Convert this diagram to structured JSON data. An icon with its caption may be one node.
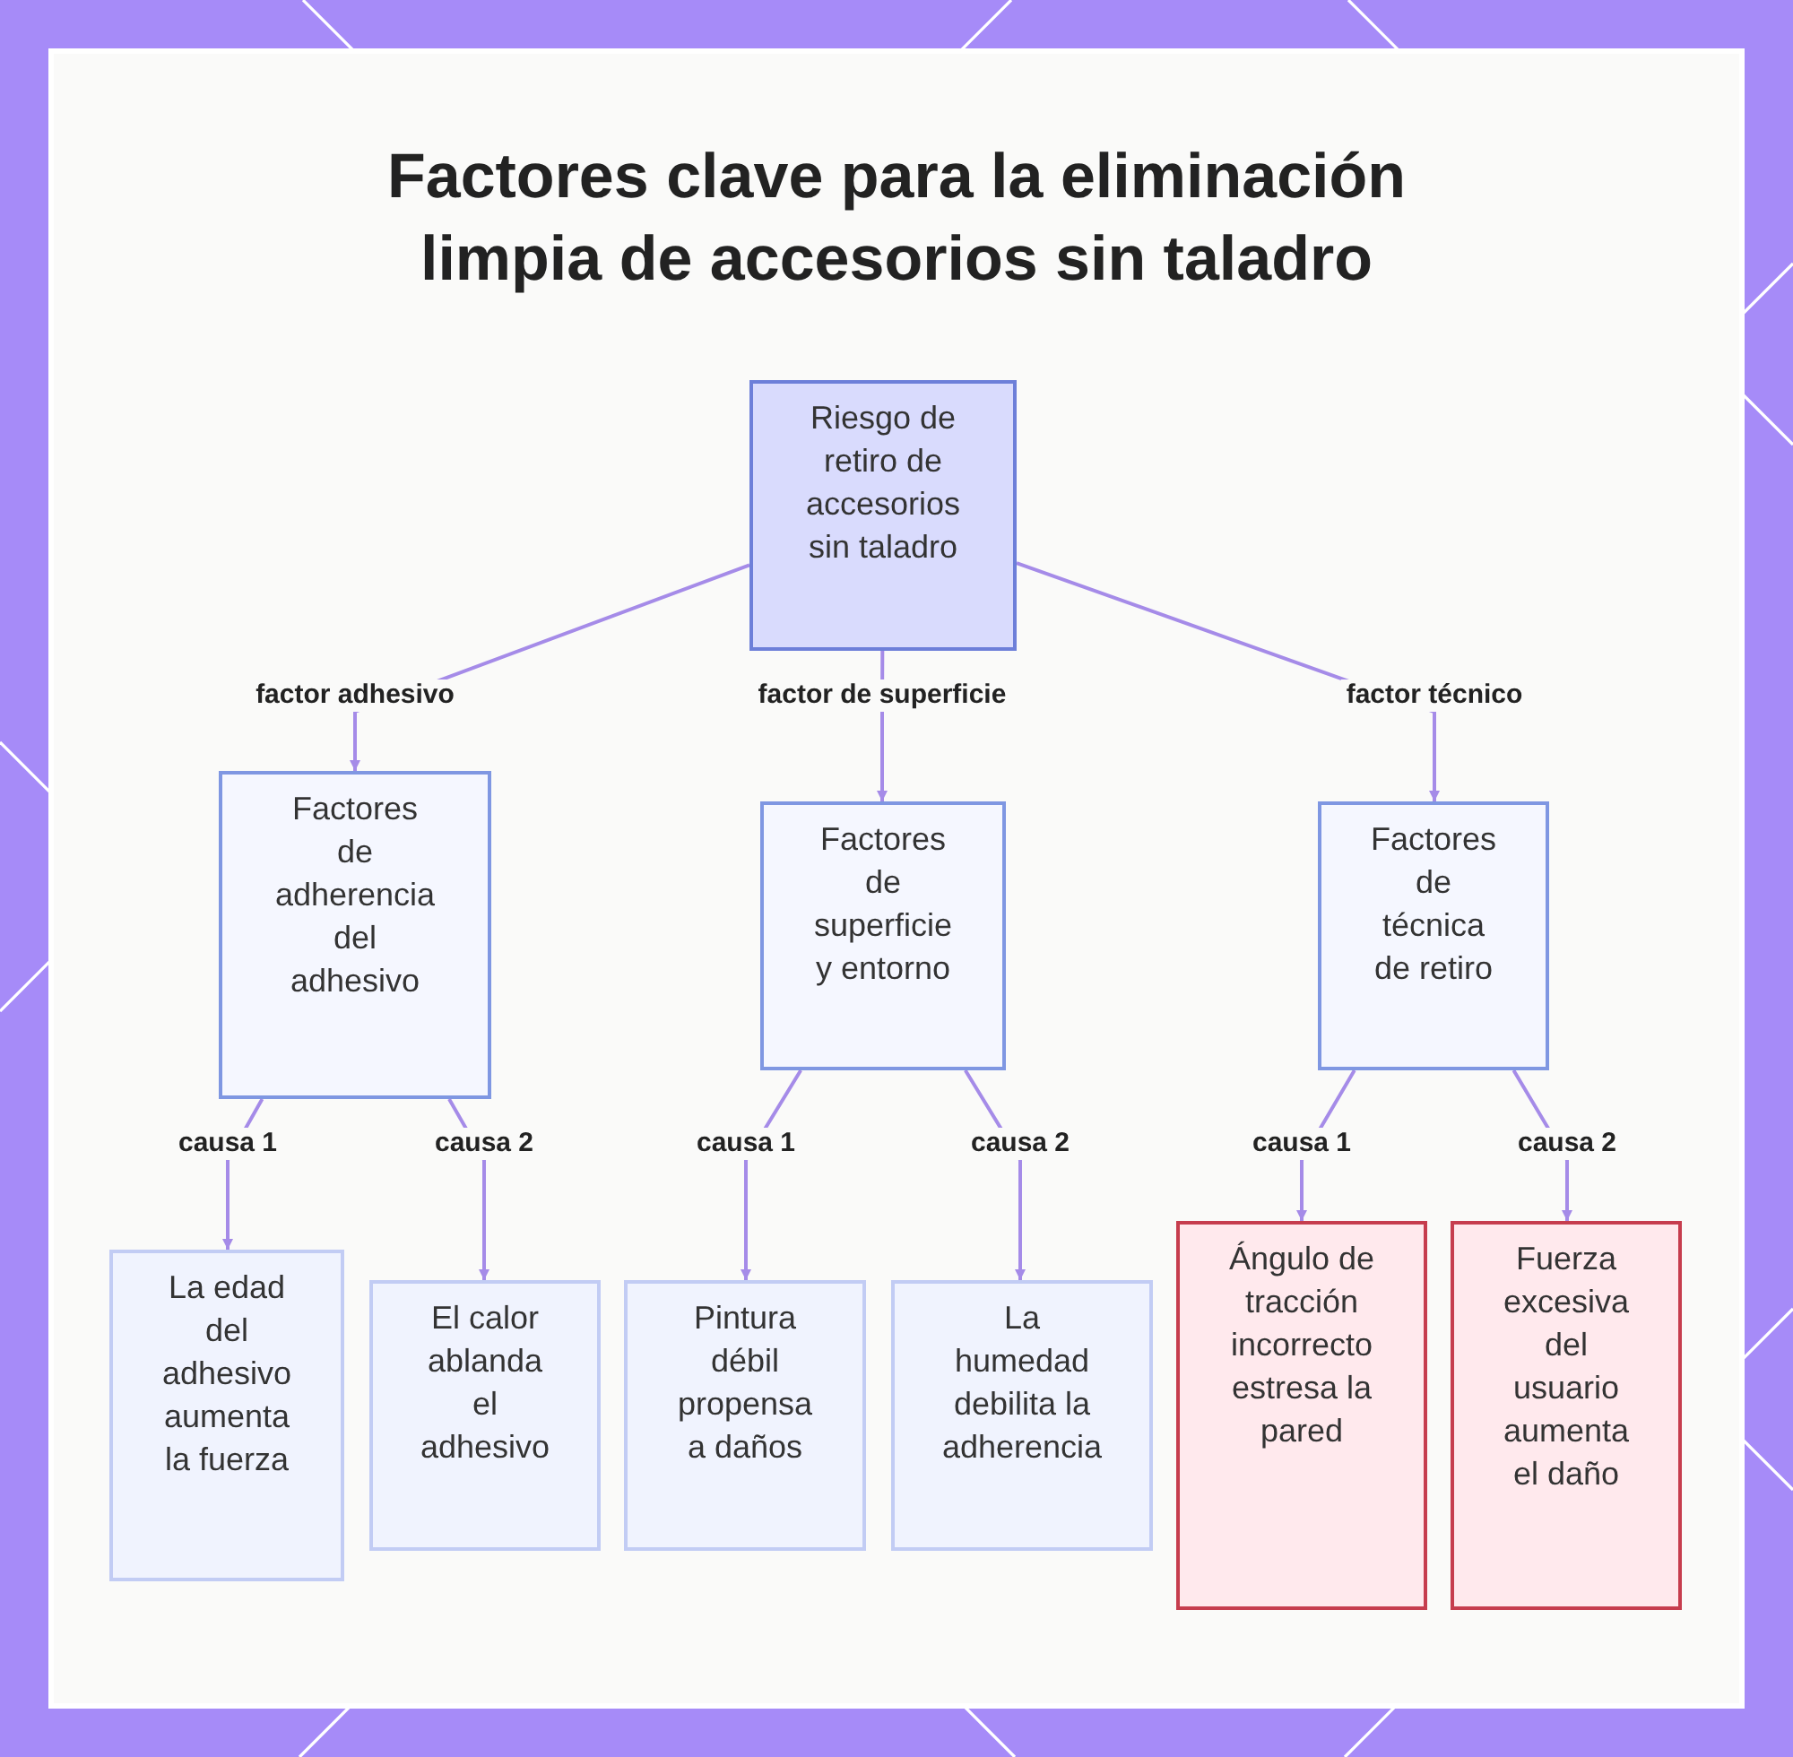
{
  "diagram": {
    "title": "Factores clave para la eliminación limpia de accesorios sin taladro",
    "nodes": [
      {
        "text": [
          "Riesgo de retiro de accesorios sin taladro"
        ]
      },
      {
        "text": [
          "Factores de adherencia del adhesivo"
        ]
      },
      {
        "text": [
          "Factores de superficie y entorno"
        ]
      },
      {
        "text": [
          "Factores de técnica de retiro"
        ]
      },
      {
        "text": [
          "La edad del adhesivo aumenta la fuerza"
        ]
      },
      {
        "text": [
          "El calor ablanda el adhesivo"
        ]
      },
      {
        "text": [
          "Pintura débil propensa a daños"
        ]
      },
      {
        "text": [
          "La humedad debilita la adherencia"
        ]
      },
      {
        "text": [
          "Ángulo de tracción incorrecto estresa la pared"
        ]
      },
      {
        "text": [
          "Fuerza excesiva del usuario aumenta el daño"
        ]
      }
    ],
    "edges": [
      {
        "from": 0,
        "to": 1,
        "arrow": "to",
        "label": "factor adhesivo"
      },
      {
        "from": 0,
        "to": 2,
        "arrow": "to",
        "label": "factor de superficie"
      },
      {
        "from": 0,
        "to": 3,
        "arrow": "to",
        "label": "factor técnico"
      },
      {
        "from": 1,
        "to": 4,
        "arrow": "to",
        "label": "causa 1"
      },
      {
        "from": 1,
        "to": 5,
        "arrow": "to",
        "label": "causa 2"
      },
      {
        "from": 2,
        "to": 6,
        "arrow": "to",
        "label": "causa 1"
      },
      {
        "from": 2,
        "to": 7,
        "arrow": "to",
        "label": "causa 2"
      },
      {
        "from": 3,
        "to": 8,
        "arrow": "to",
        "label": "causa 1"
      },
      {
        "from": 3,
        "to": 9,
        "arrow": "to",
        "label": "causa 2"
      }
    ]
  }
}
